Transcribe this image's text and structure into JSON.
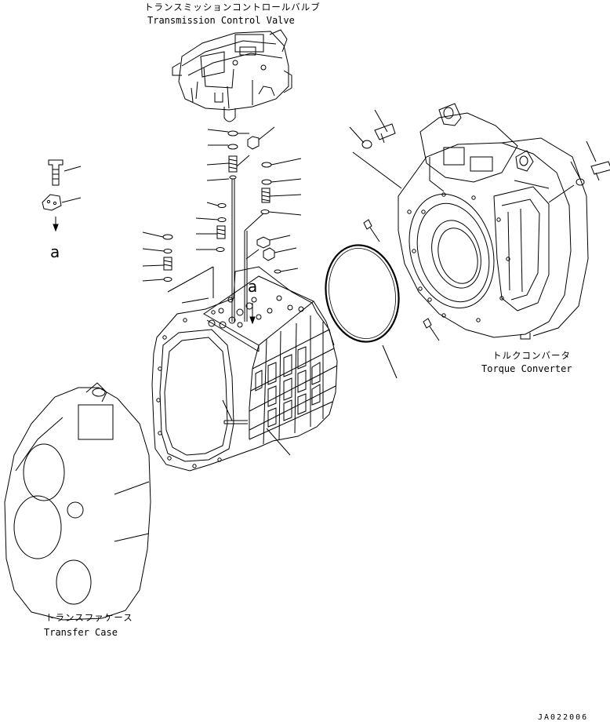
{
  "labels": {
    "tcv_jp": "トランスミッションコントロールバルブ",
    "tcv_en": "Transmission Control Valve",
    "tc_jp": "トルクコンバータ",
    "tc_en": "Torque Converter",
    "tf_jp": "トランスファケース",
    "tf_en": "Transfer Case",
    "ref_a": "a",
    "drawing_code": "JA022006"
  }
}
